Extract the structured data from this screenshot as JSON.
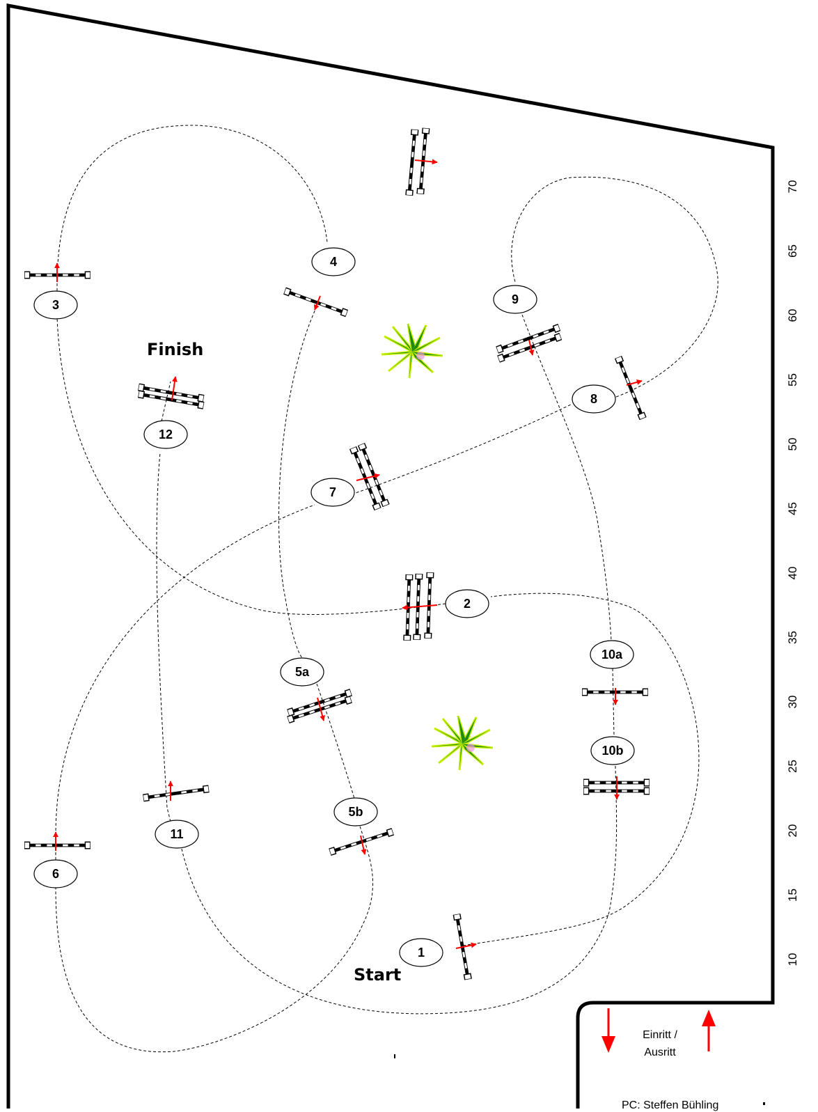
{
  "labels": {
    "start": "Start",
    "finish": "Finish",
    "gate_line1": "Einritt /",
    "gate_line2": "Ausritt",
    "credit": "PC:  Steffen Bühling"
  },
  "scale_ticks": [
    "70",
    "65",
    "60",
    "55",
    "50",
    "45",
    "40",
    "35",
    "30",
    "25",
    "20",
    "15",
    "10"
  ],
  "obstacles": [
    {
      "id": "o1",
      "number": "1"
    },
    {
      "id": "o2",
      "number": "2"
    },
    {
      "id": "o3",
      "number": "3"
    },
    {
      "id": "o4",
      "number": "4"
    },
    {
      "id": "o5a",
      "number": "5a"
    },
    {
      "id": "o5b",
      "number": "5b"
    },
    {
      "id": "o6",
      "number": "6"
    },
    {
      "id": "o7",
      "number": "7"
    },
    {
      "id": "o8",
      "number": "8"
    },
    {
      "id": "o9",
      "number": "9"
    },
    {
      "id": "o10a",
      "number": "10a"
    },
    {
      "id": "o10b",
      "number": "10b"
    },
    {
      "id": "o11",
      "number": "11"
    },
    {
      "id": "o12",
      "number": "12"
    }
  ],
  "colors": {
    "arrow": "#ff0000",
    "line": "#000000",
    "plant_dark": "#1e8a12",
    "plant_light": "#c8f000"
  },
  "icons": [
    "plant-icon",
    "entry-arrow-icon",
    "exit-arrow-icon"
  ]
}
